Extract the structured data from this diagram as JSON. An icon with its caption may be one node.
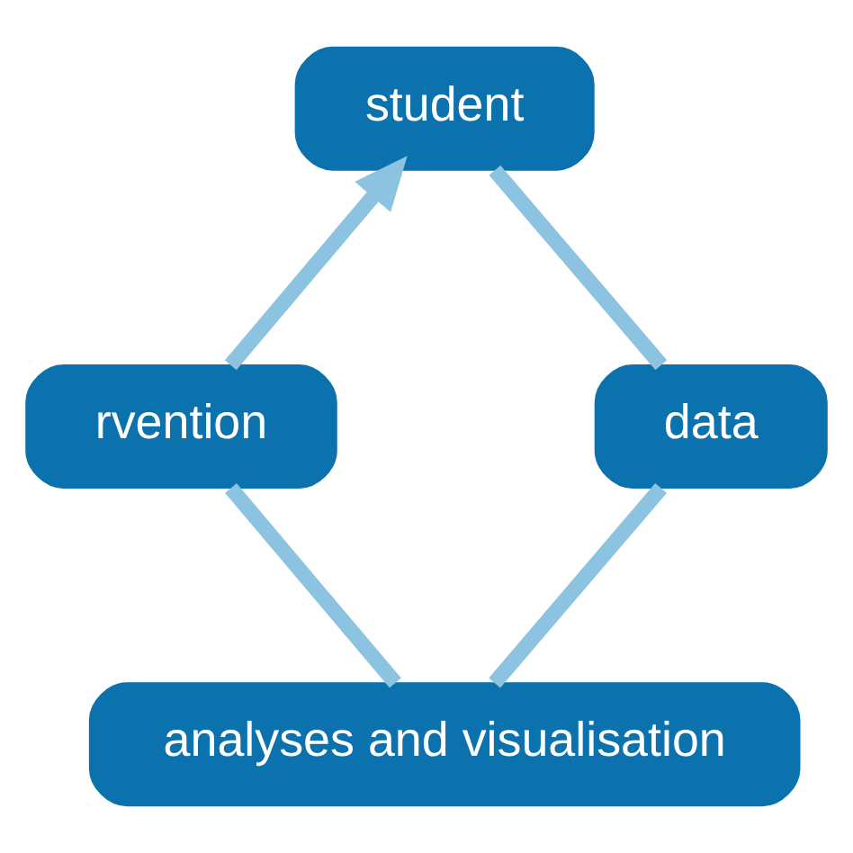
{
  "diagram": {
    "nodes": [
      {
        "text": [
          "student"
        ]
      },
      {
        "text": [
          "data"
        ]
      },
      {
        "text": [
          "analyses and visualisation"
        ]
      },
      {
        "text": [
          "rvention"
        ]
      }
    ],
    "edges": [
      {
        "from": 0,
        "to": 1,
        "arrow": "none"
      },
      {
        "from": 1,
        "to": 2,
        "arrow": "none"
      },
      {
        "from": 2,
        "to": 3,
        "arrow": "none"
      },
      {
        "from": 3,
        "to": 0,
        "arrow": "to"
      }
    ]
  }
}
